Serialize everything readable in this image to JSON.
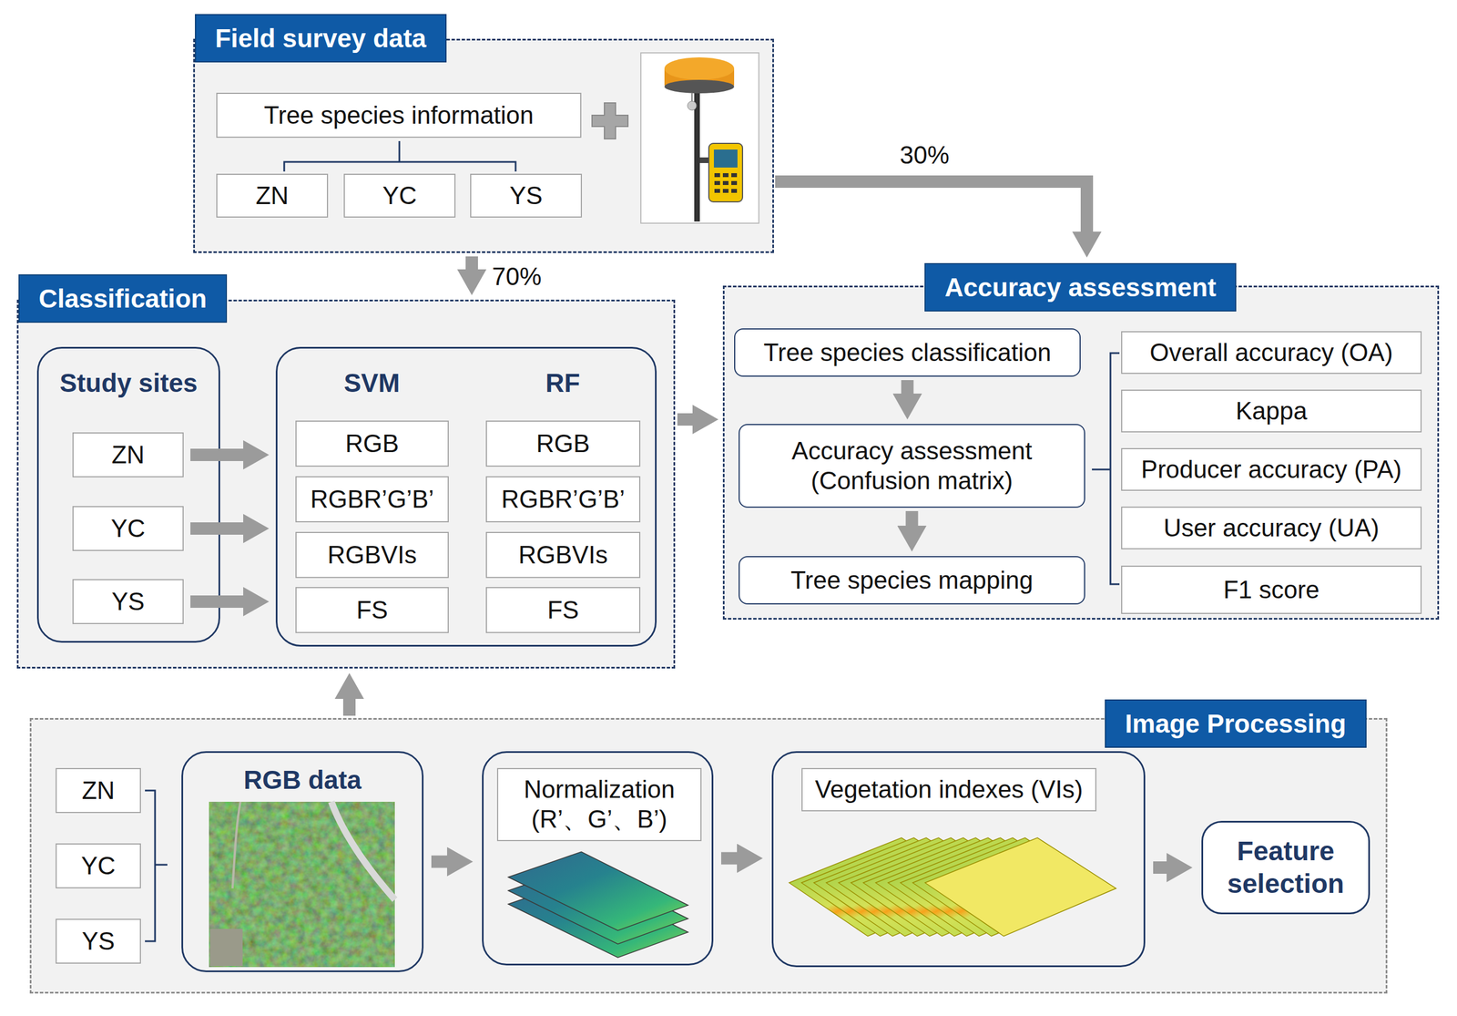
{
  "diagram": {
    "nodes": [
      {
        "text": [
          "Field survey data"
        ]
      },
      {
        "text": [
          "Tree species information"
        ],
        "in": 0
      },
      {
        "text": [
          "ZN"
        ],
        "in": 0
      },
      {
        "text": [
          "YC"
        ],
        "in": 0
      },
      {
        "text": [
          "YS"
        ],
        "in": 0
      },
      {
        "text": [
          "Classification"
        ]
      },
      {
        "text": [
          "Study sites"
        ],
        "in": 5
      },
      {
        "text": [
          "ZN"
        ],
        "in": 6
      },
      {
        "text": [
          "YC"
        ],
        "in": 6
      },
      {
        "text": [
          "YS"
        ],
        "in": 6
      },
      {
        "text": [
          "SVM",
          "RF"
        ],
        "in": 5
      },
      {
        "text": [
          "RGB"
        ],
        "in": 10
      },
      {
        "text": [
          "RGBR’G’B’"
        ],
        "in": 10
      },
      {
        "text": [
          "RGBVIs"
        ],
        "in": 10
      },
      {
        "text": [
          "FS"
        ],
        "in": 10
      },
      {
        "text": [
          "RGB"
        ],
        "in": 10
      },
      {
        "text": [
          "RGBR’G’B’"
        ],
        "in": 10
      },
      {
        "text": [
          "RGBVIs"
        ],
        "in": 10
      },
      {
        "text": [
          "FS"
        ],
        "in": 10
      },
      {
        "text": [
          "Accuracy assessment"
        ]
      },
      {
        "text": [
          "Tree species classification"
        ],
        "in": 19
      },
      {
        "text": [
          "Accuracy assessment (Confusion matrix)"
        ],
        "in": 19
      },
      {
        "text": [
          "Tree species mapping"
        ],
        "in": 19
      },
      {
        "text": [
          "Overall accuracy (OA)"
        ],
        "in": 19
      },
      {
        "text": [
          "Kappa"
        ],
        "in": 19
      },
      {
        "text": [
          "Producer accuracy (PA)"
        ],
        "in": 19
      },
      {
        "text": [
          "User accuracy (UA)"
        ],
        "in": 19
      },
      {
        "text": [
          "F1 score"
        ],
        "in": 19
      },
      {
        "text": [
          "Image Processing"
        ]
      },
      {
        "text": [
          "ZN"
        ],
        "in": 28
      },
      {
        "text": [
          "YC"
        ],
        "in": 28
      },
      {
        "text": [
          "YS"
        ],
        "in": 28
      },
      {
        "text": [
          "RGB data"
        ],
        "in": 28
      },
      {
        "text": [
          "Normalization (R’、G’、B’)"
        ],
        "in": 28
      },
      {
        "text": [
          "Vegetation indexes (VIs)"
        ],
        "in": 28
      },
      {
        "text": [
          "Feature selection"
        ],
        "in": 28
      }
    ],
    "edges": [
      {
        "from": 0,
        "to": 5,
        "arrow": "to",
        "label": "70%"
      },
      {
        "from": 0,
        "to": 19,
        "arrow": "to",
        "label": "30%"
      },
      {
        "from": 5,
        "to": 19,
        "arrow": "to"
      },
      {
        "from": 7,
        "to": 10,
        "arrow": "to"
      },
      {
        "from": 8,
        "to": 10,
        "arrow": "to"
      },
      {
        "from": 9,
        "to": 10,
        "arrow": "to"
      },
      {
        "from": 20,
        "to": 21,
        "arrow": "to"
      },
      {
        "from": 21,
        "to": 22,
        "arrow": "to"
      },
      {
        "from": 32,
        "to": 33,
        "arrow": "to"
      },
      {
        "from": 33,
        "to": 34,
        "arrow": "to"
      },
      {
        "from": 34,
        "to": 35,
        "arrow": "to"
      },
      {
        "from": 28,
        "to": 5,
        "arrow": "to"
      }
    ]
  }
}
